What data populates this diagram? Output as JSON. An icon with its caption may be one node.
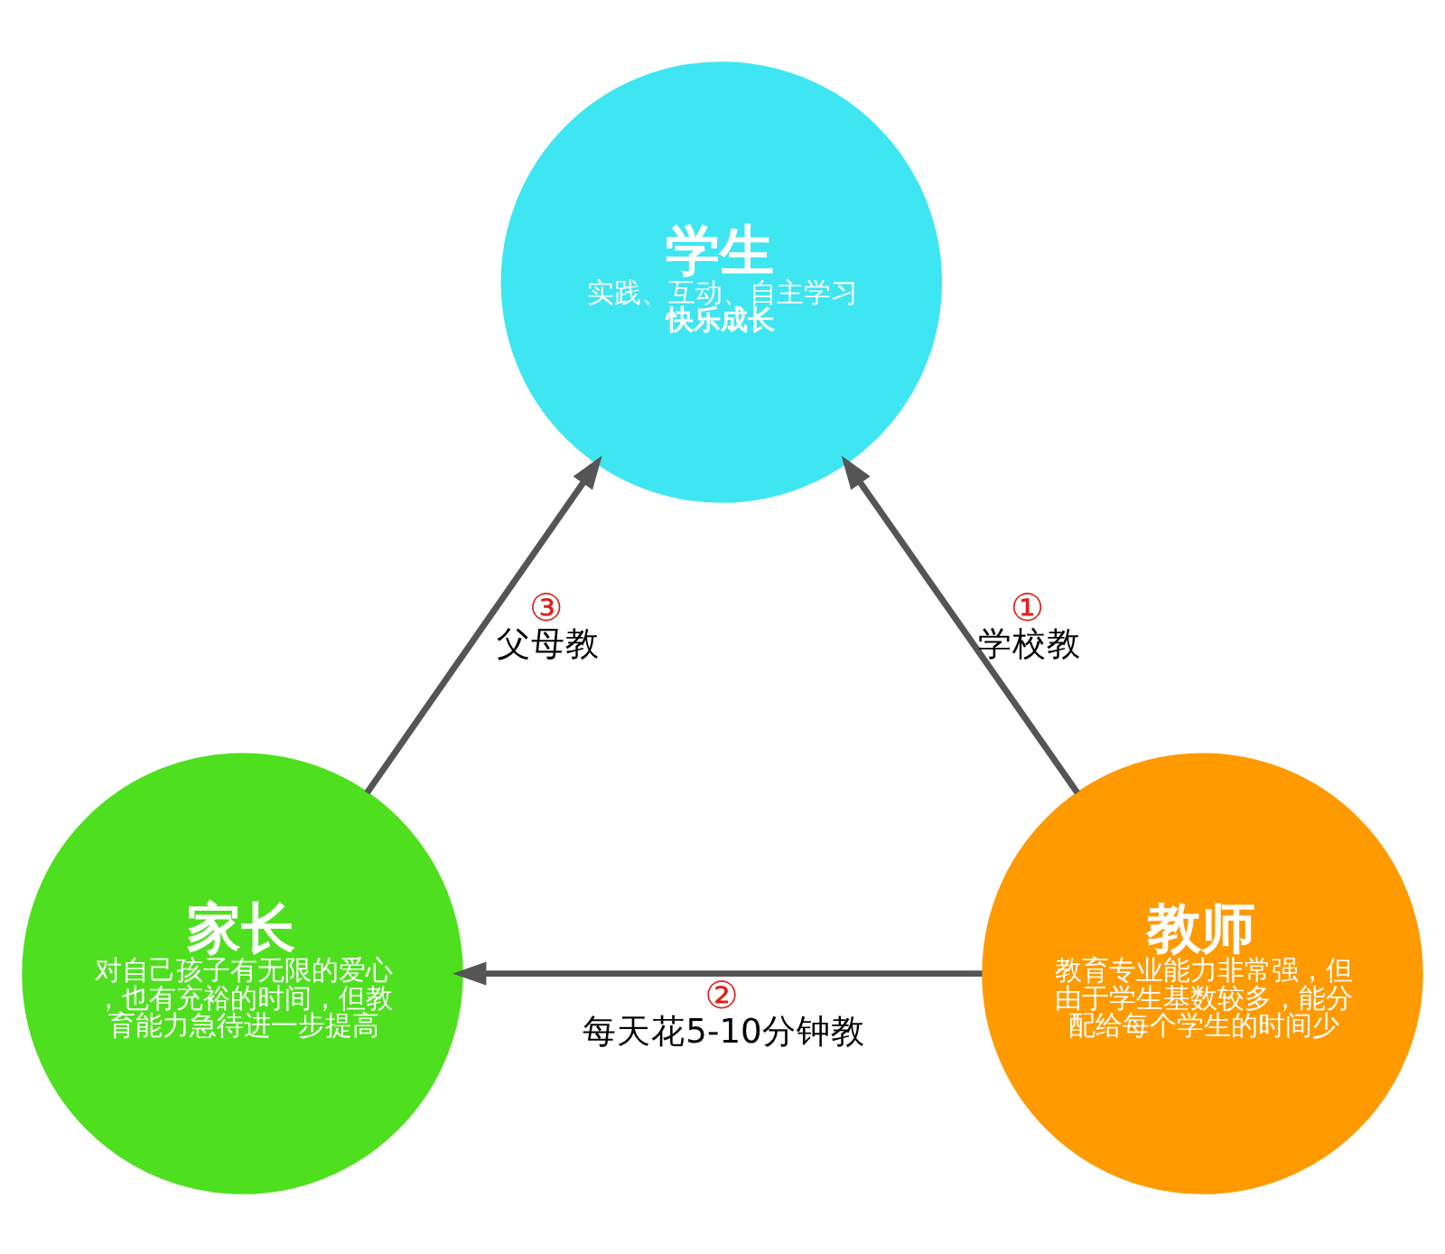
{
  "diagram": {
    "nodes": [
      {
        "text": [
          "学生",
          "实践、互动、自主学习",
          "快乐成长"
        ]
      },
      {
        "text": [
          "家长",
          "对自己孩子有无限的爱心，也有充裕的时间，但教育能力急待进一步提高"
        ]
      },
      {
        "text": [
          "教师",
          "教育专业能力非常强，但由于学生基数较多，能分配给每个学生的时间少"
        ]
      }
    ],
    "edges": [
      {
        "from": 2,
        "to": 0,
        "arrow": "to",
        "label": "① 学校教"
      },
      {
        "from": 2,
        "to": 1,
        "arrow": "to",
        "label": "② 每天花5-10分钟教"
      },
      {
        "from": 1,
        "to": 0,
        "arrow": "to",
        "label": "③ 父母教"
      }
    ]
  }
}
